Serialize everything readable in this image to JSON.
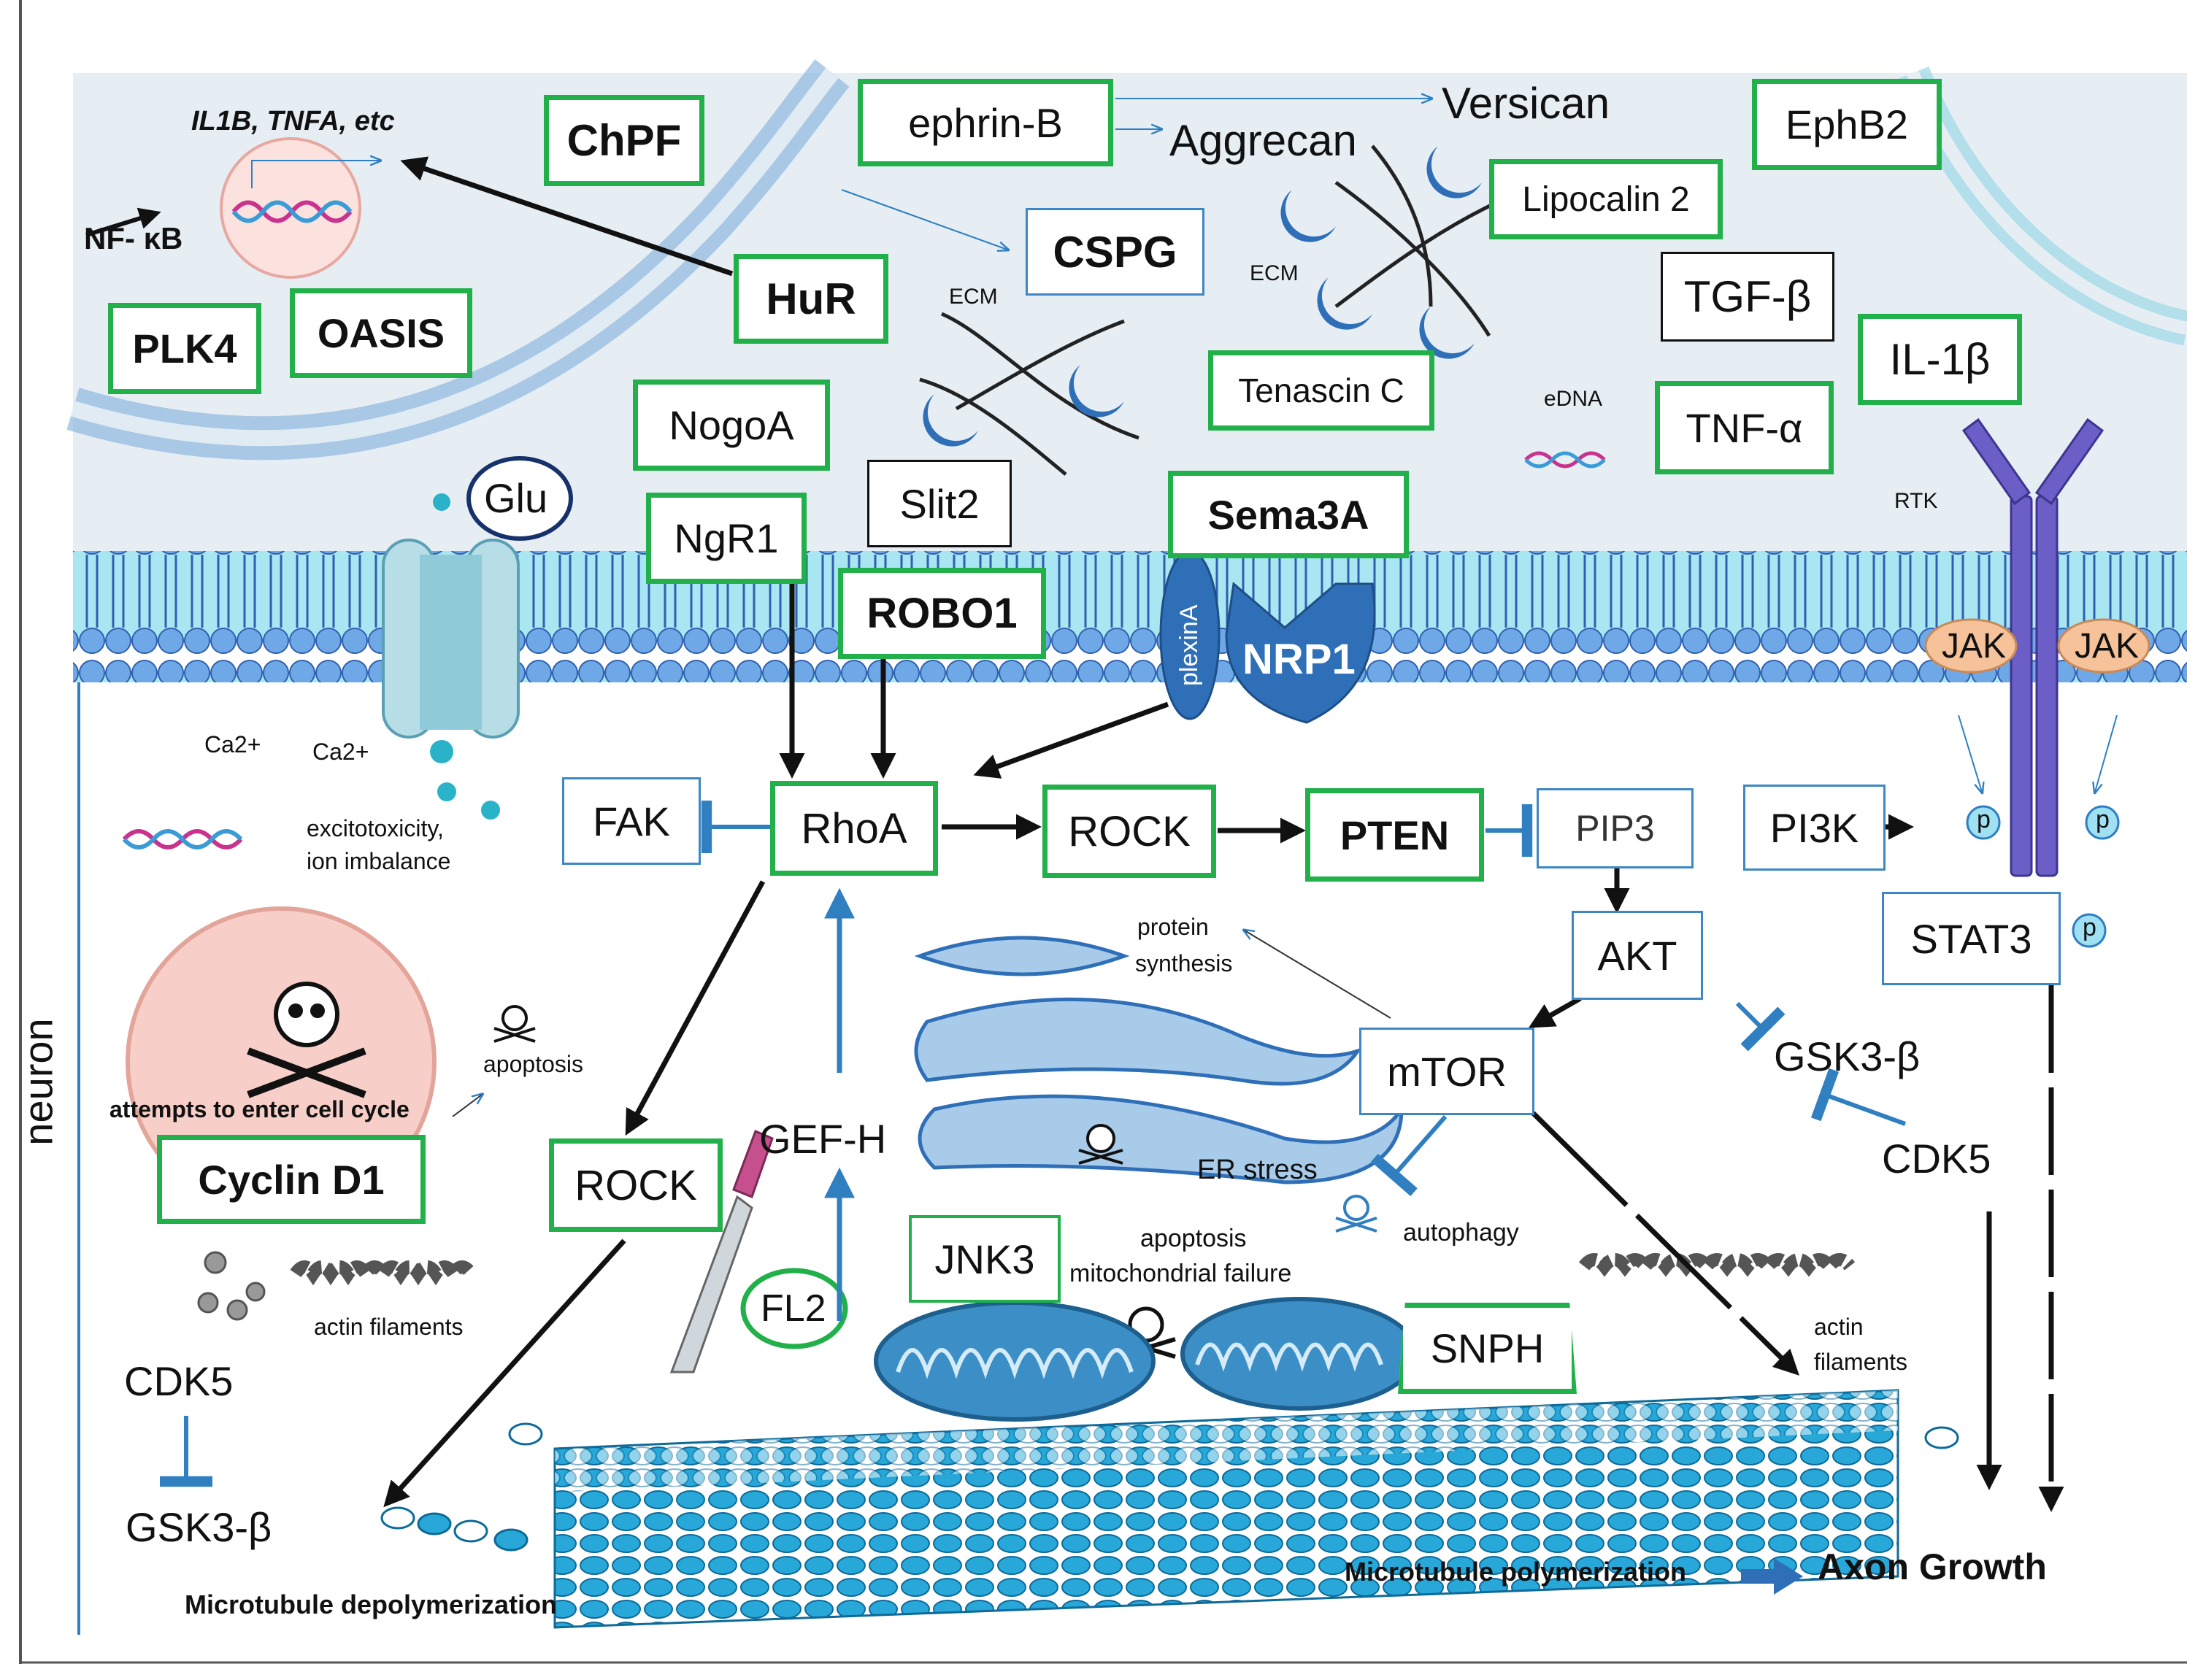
{
  "labels": {
    "ephrin_b": "ephrin-B",
    "versican": "Versican",
    "aggrecan": "Aggrecan",
    "ephb2": "EphB2",
    "chpf": "ChPF",
    "il1b_tnfa": "IL1B, TNFA, etc",
    "nfkb": "NF- κB",
    "hur": "HuR",
    "cspg": "CSPG",
    "lipocalin2": "Lipocalin 2",
    "ecm": "ECM",
    "tgfb": "TGF-β",
    "il1beta": "IL-1β",
    "plk4": "PLK4",
    "oasis": "OASIS",
    "nogoa": "NogoA",
    "tenascin_c": "Tenascin C",
    "edna": "eDNA",
    "tnfa": "TNF-α",
    "rtk": "RTK",
    "glu": "Glu",
    "ngr1": "NgR1",
    "slit2": "Slit2",
    "sema3a": "Sema3A",
    "robo1": "ROBO1",
    "plexina": "plexinA",
    "nrp1": "NRP1",
    "jak": "JAK",
    "ca2": "Ca2+",
    "excitotoxicity": "excitotoxicity,",
    "ion_imbalance": "ion imbalance",
    "fak": "FAK",
    "rhoa": "RhoA",
    "rock": "ROCK",
    "pten": "PTEN",
    "pip3": "PIP3",
    "pi3k": "PI3K",
    "p": "p",
    "stat3": "STAT3",
    "akt": "AKT",
    "mtor": "mTOR",
    "gsk3b": "GSK3-β",
    "cdk5": "CDK5",
    "protein": "protein",
    "synthesis": "synthesis",
    "er_stress": "ER stress",
    "autophagy": "autophagy",
    "apoptosis": "apoptosis",
    "attempts": "attempts to enter cell cycle",
    "cyclin_d1": "Cyclin D1",
    "gef_h": "GEF-H",
    "fl2": "FL2",
    "jnk3": "JNK3",
    "mito_failure": "mitochondrial failure",
    "snph": "SNPH",
    "actin_filaments": "actin filaments",
    "actin": "actin",
    "filaments": "filaments",
    "neuron": "neuron",
    "mt_depoly": "Microtubule depolymerization",
    "mt_poly": "Microtubule polymerization",
    "axon_growth": "Axon Growth"
  },
  "colors": {
    "green_box": "#22b04b",
    "blue_box": "#3d87c4",
    "black_box": "#111111",
    "inhibit_blue": "#2f7fc1",
    "membrane_head": "#6aa8e4",
    "membrane_band": "#9fe3f0",
    "extracellular": "#e4edf3",
    "microtubule": "#22a7d6",
    "receptor": "#6b5fc7",
    "jak": "#f6c29a",
    "mitochondria": "#3c8fc6",
    "nucleus": "#f6d6d2",
    "navy_text": "#17326b"
  }
}
